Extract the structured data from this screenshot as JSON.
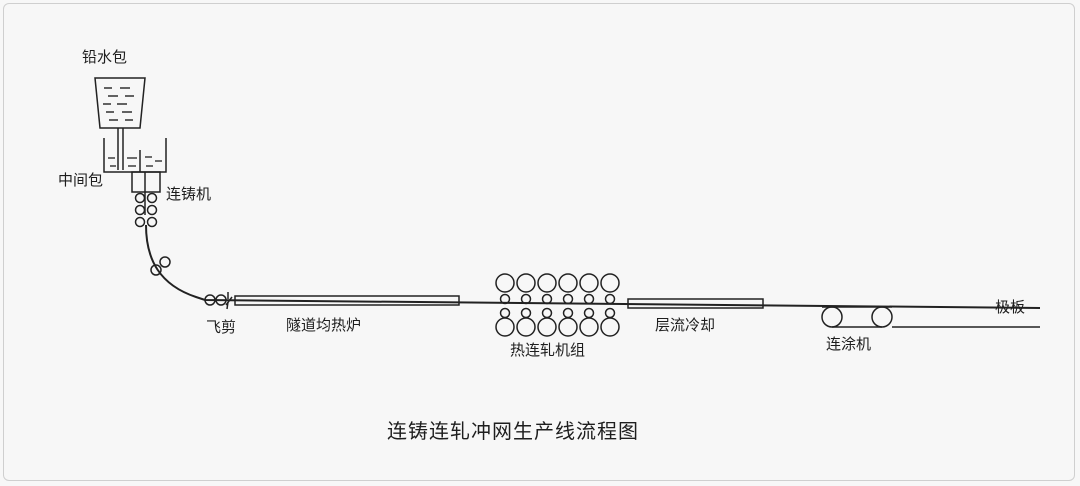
{
  "labels": {
    "ladle": "铅水包",
    "tundish": "中间包",
    "caster": "连铸机",
    "shear": "飞剪",
    "tunnel_furnace": "隧道均热炉",
    "rolling_mill": "热连轧机组",
    "laminar_cooling": "层流冷却",
    "coater": "连涂机",
    "plate": "极板"
  },
  "caption": "连铸连轧冲网生产线流程图"
}
